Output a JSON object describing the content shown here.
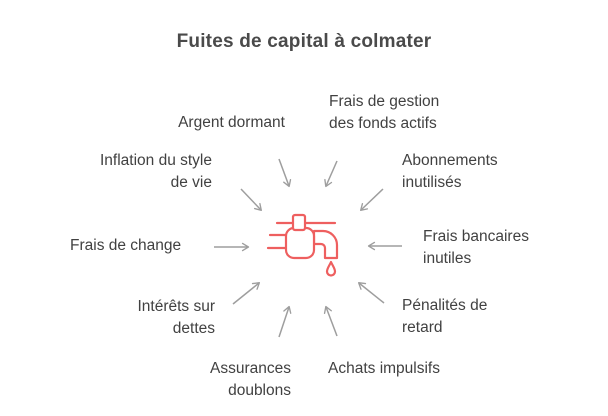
{
  "title": "Fuites de capital à colmater",
  "colors": {
    "accent_red": "#ee5f5f",
    "arrow_gray": "#9e9e9e",
    "title_text": "#4a4a4a",
    "label_text": "#414141",
    "background": "#ffffff"
  },
  "center": {
    "icon": "faucet-dripping-icon"
  },
  "leaks": {
    "argent_dormant": "Argent dormant",
    "frais_gestion": "Frais de gestion\ndes fonds actifs",
    "inflation_style_vie": "Inflation du style\nde vie",
    "abonnements_inutilises": "Abonnements\ninutilisés",
    "frais_change": "Frais de change",
    "frais_bancaires": "Frais bancaires\ninutiles",
    "interets_dettes": "Intérêts sur\ndettes",
    "penalites_retard": "Pénalités de\nretard",
    "assurances_doublons": "Assurances\ndoublons",
    "achats_impulsifs": "Achats impulsifs"
  }
}
